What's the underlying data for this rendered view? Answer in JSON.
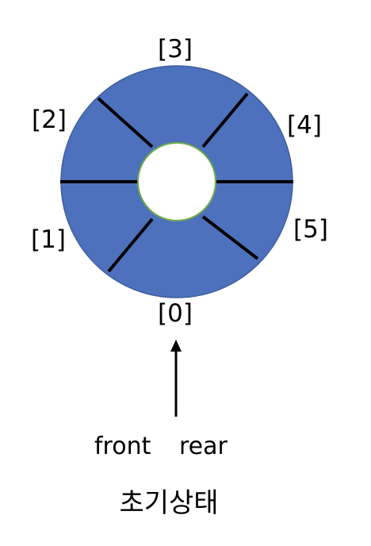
{
  "queue": {
    "slot_labels": [
      "[0]",
      "[1]",
      "[2]",
      "[3]",
      "[4]",
      "[5]"
    ],
    "front_label": "front",
    "rear_label": "rear",
    "caption": "초기상태"
  },
  "colors": {
    "ring_fill": "#4e71be",
    "ring_stroke": "#3f5f9e",
    "inner_fill": "#ffffff",
    "inner_stroke": "#70ad47",
    "divider": "#000000",
    "arrow": "#000000"
  }
}
